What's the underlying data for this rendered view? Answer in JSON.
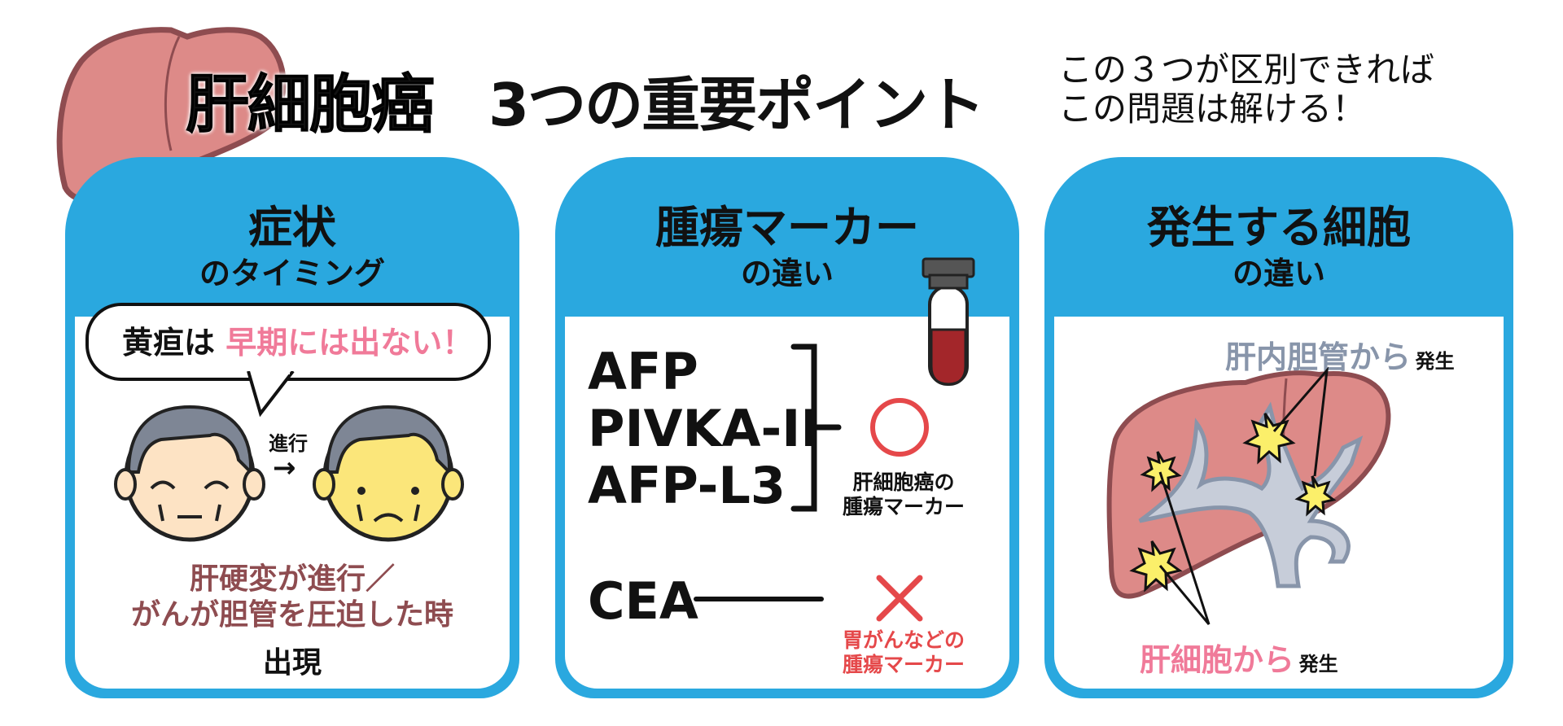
{
  "header": {
    "title_main": "肝細胞癌",
    "title_sub": "3つの重要ポイント",
    "tagline_line1": "この３つが区別できれば",
    "tagline_line2": "この問題は解ける！"
  },
  "panels": [
    {
      "title": "症状",
      "subtitle": "のタイミング",
      "bubble_prefix": "黄疸は",
      "bubble_highlight": "早期には出ない！",
      "progress_label": "進行",
      "arrow": "→",
      "condition_line1": "肝硬変が進行／",
      "condition_line2": "がんが胆管を圧迫した時",
      "result": "出現"
    },
    {
      "title": "腫瘍マーカー",
      "subtitle": "の違い",
      "hcc_markers": [
        "AFP",
        "PIVKA-II",
        "AFP-L3"
      ],
      "hcc_caption_line1": "肝細胞癌の",
      "hcc_caption_line2": "腫瘍マーカー",
      "other_marker": "CEA",
      "other_caption_line1": "胃がんなどの",
      "other_caption_line2": "腫瘍マーカー"
    },
    {
      "title": "発生する細胞",
      "subtitle": "の違い",
      "bile_duct_label": "肝内胆管から",
      "bile_duct_suffix": "発生",
      "hepatocyte_label": "肝細胞から",
      "hepatocyte_suffix": "発生"
    }
  ],
  "colors": {
    "panel_blue": "#2aa8df",
    "liver": "#dd8a88",
    "liver_outline": "#8e4c50",
    "pink": "#f07a99",
    "red": "#e5484a",
    "duct_gray": "#8895aa"
  }
}
